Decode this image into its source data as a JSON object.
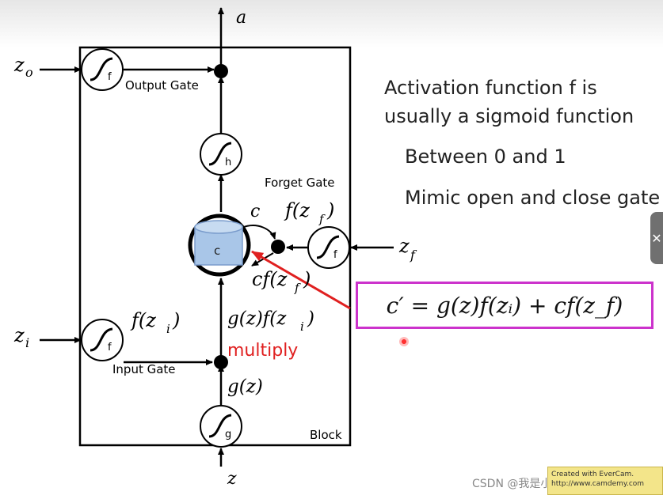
{
  "diagram": {
    "output_label": "a",
    "input_label": "z",
    "zo_label": "z",
    "zo_sub": "o",
    "zi_label": "z",
    "zi_sub": "i",
    "zf_label": "z",
    "zf_sub": "f",
    "gate_f_symbol": "f",
    "gate_h_symbol": "h",
    "gate_g_symbol": "g",
    "cell_label": "c",
    "output_gate_label": "Output Gate",
    "forget_gate_label": "Forget Gate",
    "input_gate_label": "Input Gate",
    "block_label": "Block",
    "c_label": "c",
    "f_zf_label": "f(z",
    "f_zf_sub": "f",
    "f_zf_close": ")",
    "cf_zf_label": "cf(z",
    "cf_zf_sub": "f",
    "cf_zf_close": ")",
    "f_zi_label": "f(z",
    "f_zi_sub": "i",
    "f_zi_close": ")",
    "gz_fzi_label": "g(z)f(z",
    "gz_fzi_sub": "i",
    "gz_fzi_close": ")",
    "multiply_label": "multiply",
    "gz_label": "g(z)"
  },
  "text": {
    "line1": "Activation function f is",
    "line2": "usually a sigmoid function",
    "line3": "Between 0 and 1",
    "line4": "Mimic open and close gate"
  },
  "formula": "c′ = g(z)f(zᵢ) + cf(z_f)",
  "nav": {
    "next_icon": "✕"
  },
  "watermark": "CSDN @我是小森呀",
  "evercam": {
    "line1": "Created with EverCam.",
    "line2": "http://www.camdemy.com"
  },
  "colors": {
    "highlight_border": "#cc33cc",
    "annotation_red": "#e02020",
    "cell_fill": "#a9c6e8"
  }
}
